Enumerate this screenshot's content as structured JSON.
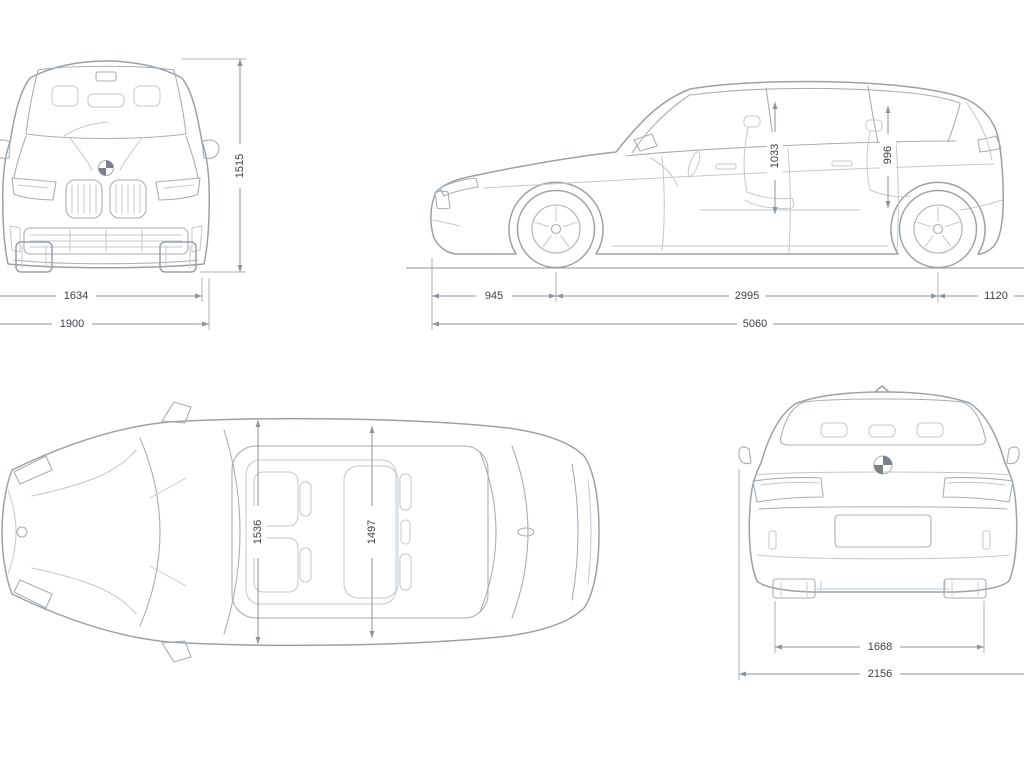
{
  "dims": {
    "front": {
      "height": "1515",
      "track": "1634",
      "width": "1900"
    },
    "side": {
      "front_headroom": "1033",
      "rear_headroom": "996",
      "front_overhang": "945",
      "wheelbase": "2995",
      "rear_overhang": "1120",
      "length": "5060"
    },
    "top": {
      "front_interior_width": "1536",
      "rear_interior_width": "1497"
    },
    "rear": {
      "track": "1668",
      "width_with_mirrors": "2156"
    }
  },
  "colors": {
    "body_line": "#9aa1a9",
    "detail_line": "#a8aeb6",
    "dimension_line": "#8d949c",
    "label_text": "#3c4147",
    "logo": "#7a8088",
    "background": "#ffffff"
  }
}
